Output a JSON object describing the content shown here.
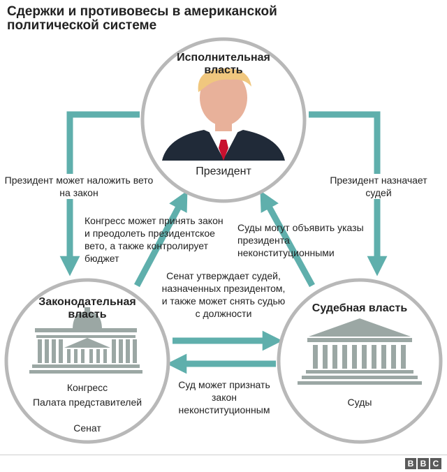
{
  "title": "Сдержки и противовесы в американской политической системе",
  "branches": {
    "executive": {
      "heading": "Исполнительная власть",
      "member": "Президент"
    },
    "legislative": {
      "heading": "Законодательная власть",
      "members": [
        "Конгресс",
        "Палата представителей",
        "Сенат"
      ]
    },
    "judicial": {
      "heading": "Судебная власть",
      "member": "Суды"
    }
  },
  "relations": {
    "veto": "Президент может наложить вето на закон",
    "appoint": "Президент назначает судей",
    "override": "Конгресс может принять закон и преодолеть президентское вето, а также контролирует бюджет",
    "courts_rule": "Суды могут объявить указы президента неконституционными",
    "senate_confirms": "Сенат утверждает судей, назначенных президентом, и также может снять судью с должности",
    "court_law": "Суд может признать закон неконституционным"
  },
  "branding": {
    "letters": [
      "B",
      "B",
      "C"
    ]
  },
  "colors": {
    "arrow": "#5fafac",
    "circle": "#b8b8b8",
    "building": "#9ba7a4",
    "suit": "#202a38",
    "tie": "#c8102e",
    "hair": "#f0c77e",
    "skin": "#e8b19a"
  }
}
